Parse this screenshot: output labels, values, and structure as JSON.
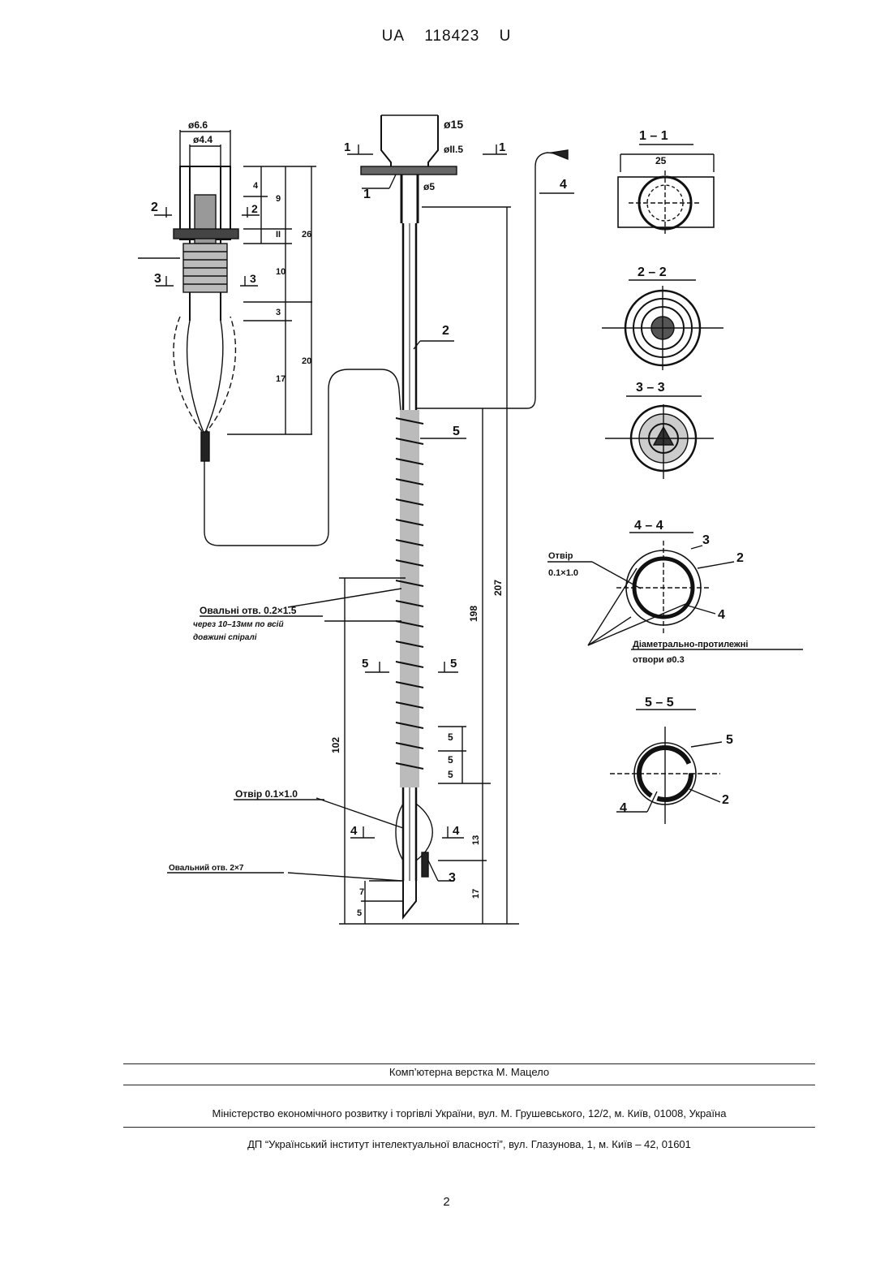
{
  "header": {
    "country": "UA",
    "number": "118423",
    "kind": "U"
  },
  "drawing": {
    "section_views": [
      "1 – 1",
      "2 – 2",
      "3 – 3",
      "4 – 4",
      "5 – 5"
    ],
    "section_marks": [
      "1",
      "1",
      "2",
      "2",
      "3",
      "3",
      "4",
      "4",
      "5",
      "5"
    ],
    "part_labels": [
      "1",
      "2",
      "3",
      "4",
      "5"
    ],
    "section_4_labels": [
      "3",
      "2",
      "4"
    ],
    "section_5_labels": [
      "5",
      "2",
      "4"
    ],
    "dims": {
      "d66": "ø6.6",
      "d44": "ø4.4",
      "d15": "ø15",
      "d115": "øII.5",
      "d5": "ø5",
      "w25": "25",
      "v4": "4",
      "v9": "9",
      "v11": "II",
      "v10": "10",
      "v3": "3",
      "v17": "17",
      "v20": "20",
      "v26": "26",
      "v198": "198",
      "v207": "207",
      "v102": "102",
      "v5a": "5",
      "v5b": "5",
      "v5c": "5",
      "v13": "13",
      "v17b": "17",
      "v7": "7",
      "v5d": "5"
    },
    "notes": {
      "oval_holes_1": "Овальні отв. 0.2×1.5",
      "oval_holes_2": "через 10–13мм по всій",
      "oval_holes_3": "довжині спіралі",
      "hole_bottom": "Отвір 0.1×1.0",
      "oval_hole_tip": "Овальний отв. 2×7",
      "hole_44_a": "Отвір",
      "hole_44_b": "0.1×1.0",
      "diam_a": "Діаметрально-протилежні",
      "diam_b": "отвори ø0.3"
    }
  },
  "footer": {
    "layout": "Комп’ютерна верстка М. Мацело",
    "ministry": "Міністерство економічного розвитку і торгівлі України, вул. М. Грушевського, 12/2, м. Київ, 01008, Україна",
    "institute": "ДП “Український інститут інтелектуальної власності”, вул. Глазунова, 1, м. Київ – 42, 01601",
    "page": "2"
  }
}
